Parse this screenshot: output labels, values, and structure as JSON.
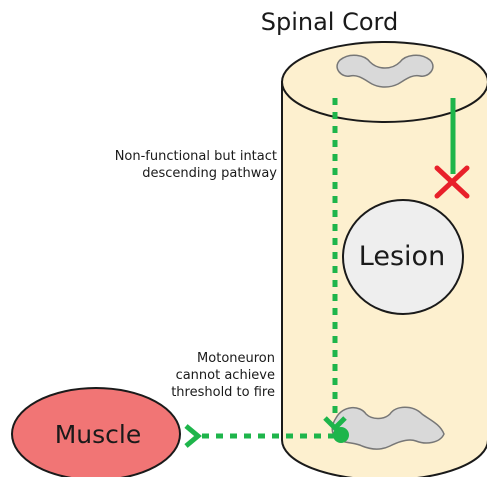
{
  "title": "Spinal Cord",
  "notes": {
    "descending": [
      "Non-functional but intact",
      "descending pathway"
    ],
    "motoneuron": [
      "Motoneuron",
      "cannot achieve",
      "threshold to fire"
    ]
  },
  "labels": {
    "lesion": "Lesion",
    "muscle": "Muscle"
  },
  "colors": {
    "cord_fill": "#fdf0cf",
    "grey_matter": "#d9d9d9",
    "lesion_fill": "#eeeeee",
    "muscle_fill": "#f17575",
    "pathway_green": "#1eb54b",
    "block_red": "#e8202a"
  }
}
